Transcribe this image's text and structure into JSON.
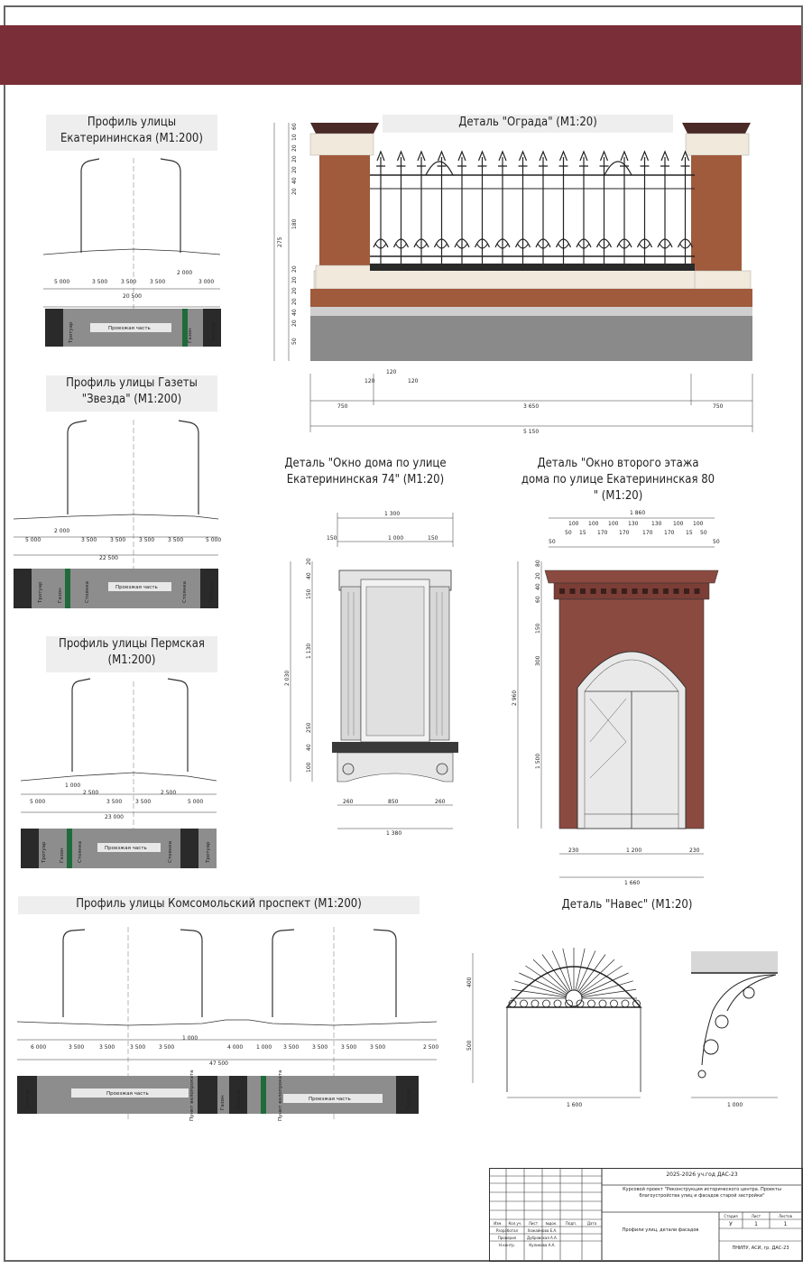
{
  "colors": {
    "band": "#7a2e37",
    "brick": "#a05a3c",
    "cream": "#f0e9dc",
    "stone": "#8a8a8a",
    "cap": "#4a2a26",
    "window_red": "#8b4a40",
    "glass": "#e9e9e9",
    "dark": "#2a2a2a",
    "green": "#1f6b3b"
  },
  "profiles": {
    "ekaterininskaya": {
      "title_line1": "Профиль улицы",
      "title_line2": "Екатерининская (М1:200)",
      "dims": [
        "5 000",
        "3 500",
        "3 500",
        "3 500",
        "2 000",
        "3 000"
      ],
      "total": "20 500",
      "road": "Проезжая часть",
      "labels": [
        "Тротуар",
        "Газон",
        "Тротуар"
      ]
    },
    "zvezda": {
      "title_line1": "Профиль улицы Газеты",
      "title_line2": "\"Звезда\" (М1:200)",
      "dims": [
        "5 000",
        "2 000",
        "3 500",
        "3 500",
        "3 500",
        "3 500",
        "5 000"
      ],
      "total": "22 500",
      "road": "Проезжая часть",
      "labels": [
        "Тротуар",
        "Газон",
        "Стоянка",
        "Стоянка",
        "Тротуар"
      ]
    },
    "permskaya": {
      "title_line1": "Профиль улицы Пермская",
      "title_line2": "(М1:200)",
      "dims": [
        "5 000",
        "1 000",
        "2 500",
        "3 500",
        "3 500",
        "2 500",
        "5 000"
      ],
      "total": "23 000",
      "road": "Проезжая часть",
      "labels": [
        "Тротуар",
        "Газон",
        "Стоянка",
        "Стоянка",
        "Тротуар"
      ]
    },
    "komsomolsky": {
      "title": "Профиль улицы Комсомольский проспект (М1:200)",
      "dims": [
        "6 000",
        "3 500",
        "3 500",
        "3 500",
        "3 500",
        "1 000",
        "4 000",
        "1 000",
        "3 500",
        "3 500",
        "3 500",
        "3 500",
        "2 500"
      ],
      "total": "47 500",
      "road1": "Проезжая часть",
      "road2": "Проезжая часть",
      "labels": [
        "Тротуар",
        "Пункт велопроката",
        "Газон",
        "Тротуар",
        "Пункт велопроката",
        "Тротуар"
      ]
    }
  },
  "fence": {
    "title": "Деталь \"Ограда\" (М1:20)",
    "left_dims": [
      "60",
      "10",
      "20",
      "20",
      "20",
      "40",
      "20",
      "180",
      "275",
      "20",
      "20",
      "20",
      "20",
      "40",
      "20",
      "50"
    ],
    "bottom_dims": [
      "750",
      "3 650",
      "750"
    ],
    "total": "5 150",
    "post_dims": [
      "120",
      "120",
      "120"
    ]
  },
  "window74": {
    "title_line1": "Деталь \"Окно дома по улице",
    "title_line2": "Екатерининская 74\" (М1:20)",
    "top_total": "1 300",
    "top_dims": [
      "150",
      "1 000",
      "150"
    ],
    "left_dims": [
      "20",
      "40",
      "150",
      "1 130",
      "250",
      "40",
      "100",
      "2 030"
    ],
    "bottom_dims": [
      "260",
      "850",
      "260"
    ],
    "bottom_total": "1 380"
  },
  "window80": {
    "title_line1": "Деталь \"Окно второго этажа",
    "title_line2": "дома по улице Екатерининская 80",
    "title_line3": "\" (М1:20)",
    "top_total": "1 860",
    "top_row1": [
      "100",
      "100",
      "100",
      "130",
      "130",
      "100",
      "100"
    ],
    "top_row2": [
      "50",
      "15",
      "170",
      "170",
      "170",
      "170",
      "15",
      "50"
    ],
    "top_row3": [
      "50",
      "50"
    ],
    "left_dims": [
      "80",
      "20",
      "40",
      "60",
      "150",
      "300",
      "1 500",
      "2 960"
    ],
    "bottom_dims": [
      "230",
      "1 200",
      "230"
    ],
    "bottom_total": "1 660"
  },
  "canopy": {
    "title": "Деталь \"Навес\" (М1:20)",
    "left_dims": [
      "400",
      "500"
    ],
    "bottom_front": "1 600",
    "bottom_side": "1 000"
  },
  "stamp": {
    "code": "2025-2026 уч.год ДАС-23",
    "desc": "Курсовой проект \"Реконструкция исторического центра. Проекты благоустройства улиц и фасадов старой застройки\"",
    "sheet": "1",
    "sheets": "1",
    "rows": [
      "Разработал",
      "Проверил",
      "Н.контр."
    ],
    "names": [
      "Хожайнова Е.А.",
      "Дубровская А.А.",
      "Куликова А.А."
    ],
    "sub": "Профили улиц, детали фасадов",
    "org": "ПНИПУ, АСИ, гр. ДАС-23",
    "head": [
      "Изм.",
      "Кол.уч.",
      "Лист",
      "№док.",
      "Подп.",
      "Дата"
    ],
    "lit_head": [
      "Стадия",
      "Лист",
      "Листов"
    ],
    "stage": "У"
  }
}
